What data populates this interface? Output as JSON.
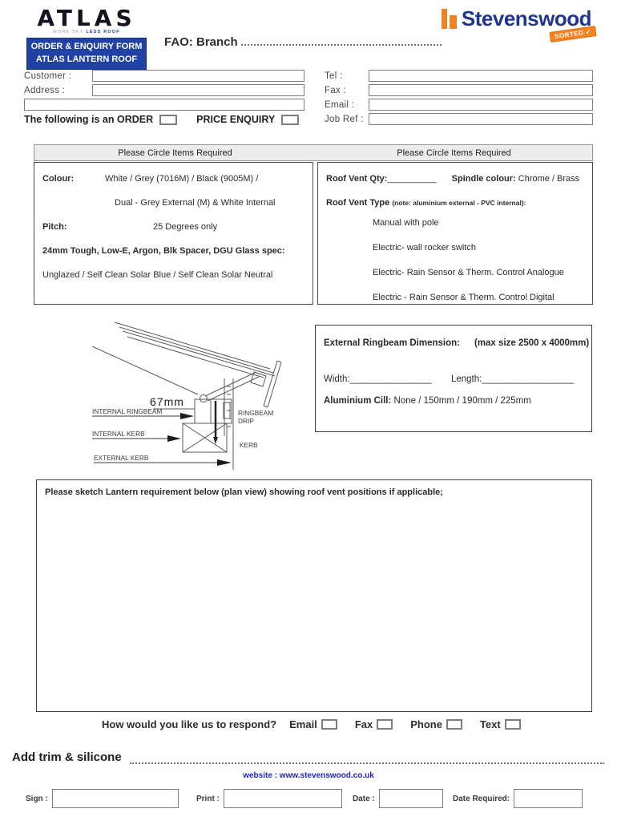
{
  "header": {
    "atlas_logo": "ATLAS",
    "tagline_left": "MORE SKY ",
    "tagline_right": "LESS ROOF",
    "form_title_line1": "ORDER & ENQUIRY FORM",
    "form_title_line2": "ATLAS LANTERN ROOF",
    "fao_label": "FAO: Branch",
    "brand_name": "Stevenswood",
    "badge_text": "SORTED",
    "badge_icon": "✓"
  },
  "contact": {
    "customer_label": "Customer :",
    "address_label": "Address :",
    "tel_label": "Tel :",
    "fax_label": "Fax :",
    "email_label": "Email :",
    "jobref_label": "Job Ref :",
    "order_prefix": "The following is an ORDER",
    "enquiry_label": "PRICE ENQUIRY"
  },
  "options_table": {
    "left_header": "Please Circle Items Required",
    "right_header": "Please Circle Items Required",
    "left": {
      "colour_label": "Colour:",
      "colour_line1": "White / Grey (7016M) / Black (9005M) /",
      "colour_line2": "Dual - Grey External (M) & White Internal",
      "pitch_label": "Pitch:",
      "pitch_value": "25 Degrees only",
      "glass_label": "24mm Tough, Low-E, Argon, Blk Spacer, DGU Glass spec:",
      "glass_options": "Unglazed  /  Self Clean Solar Blue  /  Self Clean Solar Neutral"
    },
    "right": {
      "vent_qty_label": "Roof Vent Qty:",
      "vent_qty_blank": "__________",
      "spindle_label": "Spindle colour:",
      "spindle_options": " Chrome  /  Brass",
      "vent_type_label": "Roof Vent Type ",
      "vent_type_note": "(note: aluminium external - PVC internal):",
      "vent_types": [
        "Manual with pole",
        "Electric- wall rocker switch",
        "Electric- Rain Sensor & Therm. Control Analogue",
        "Electric - Rain Sensor & Therm. Control Digital"
      ]
    }
  },
  "diagram": {
    "dim_67": "67mm",
    "internal_ringbeam": "INTERNAL RINGBEAM",
    "internal_kerb": "INTERNAL KERB",
    "external_kerb": "EXTERNAL KERB",
    "ringbeam_drip_1": "RINGBEAM",
    "ringbeam_drip_2": "DRIP",
    "kerb": "KERB"
  },
  "ringbeam_box": {
    "title": "External Ringbeam Dimension:",
    "max_size": "(max size 2500 x 4000mm)",
    "width_label": "Width:",
    "width_blank": "________________",
    "length_label": "Length:",
    "length_blank": "__________________",
    "cill_label": "Aluminium Cill:",
    "cill_options": "   None  /  150mm  /  190mm  /  225mm"
  },
  "sketch_box": {
    "instruction": "Please sketch Lantern requirement below (plan view) showing roof vent positions if applicable;"
  },
  "respond": {
    "question": "How would you like us to respond?",
    "options": [
      "Email",
      "Fax",
      "Phone",
      "Text"
    ]
  },
  "footer": {
    "trim_label": "Add trim & silicone",
    "website": "website : www.stevenswood.co.uk",
    "sign_label": "Sign :",
    "print_label": "Print :",
    "date_label": "Date :",
    "date_required_label": "Date Required:"
  },
  "colors": {
    "brand_blue": "#2141A5",
    "stevenswood_navy": "#1F3690",
    "brand_orange": "#F58220",
    "link_blue": "#2222CC",
    "header_grey": "#ECECEC"
  }
}
